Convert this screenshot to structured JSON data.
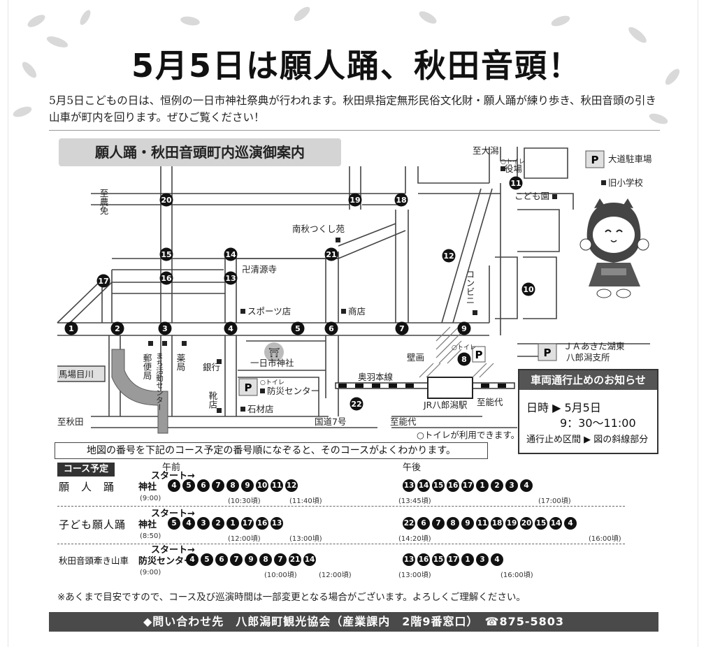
{
  "title": "5月5日は願人踊、秋田音頭！",
  "intro": "5月5日こどもの日は、恒例の一日市神社祭典が行われます。秋田県指定無形民俗文化財・願人踊が練り歩き、秋田音頭の引き山車が町内を回ります。ぜひご覧ください！",
  "map": {
    "heading": "願人踊・秋田音頭町内巡演御案内",
    "labels": {
      "to_ogata": "至大潟",
      "toilet_small": "○トイレ",
      "yakuba": "役場",
      "ogata_parking": "大道駐車場",
      "old_school": "旧小学校",
      "kodomoen": "こども園",
      "to_nou": "至農免",
      "minami_akita": "南秋つくし苑",
      "seigenji": "卍清源寺",
      "sports": "スポーツ店",
      "shoten": "商店",
      "konbini": "コンビニ",
      "yubin": "郵便局",
      "machi_center": "まち活動センター",
      "yakkyoku": "薬局",
      "ginko": "銀行",
      "kutsu": "靴店",
      "shrine": "一日市神社",
      "bousai": "防災センター",
      "sekizai": "石材店",
      "kabe": "壁画",
      "ja": "ＪＡあきた湖東\n八郎潟支所",
      "ou_line": "奥羽本線",
      "station": "JR八郎潟駅",
      "to_noshiro_r": "至能代",
      "to_noshiro": "至能代",
      "to_akita": "至秋田",
      "route7": "国道7号",
      "babame": "馬場目川",
      "toilet_note": "○トイレが利用できます。",
      "parking": "P"
    }
  },
  "notice": {
    "heading": "車両通行止めのお知らせ",
    "date": "日時 ▶ 5月5日",
    "time": "9：30〜11:00",
    "section": "通行止め区間 ▶ 図の斜線部分"
  },
  "hint": "地図の番号を下記のコース予定の番号順になぞると、そのコースがよくわかります。",
  "courses": {
    "tag": "コース予定",
    "am": "午前",
    "pm": "午後",
    "start": "スタート→",
    "rows": [
      {
        "name": "願　人　踊",
        "origin": "神社",
        "am": [
          "❹",
          "❺",
          "❻",
          "❼",
          "❽",
          "❾",
          "❿",
          "⓫",
          "⓬"
        ],
        "pm": [
          "⓭",
          "⓮",
          "⓯",
          "⓰",
          "⓱",
          "❶",
          "❷",
          "❸",
          "❹"
        ],
        "t1": "(9:00)",
        "t2": "(10:30頃)",
        "t3": "(11:40頃)",
        "t4": "(13:45頃)",
        "t5": "(17:00頃)"
      },
      {
        "name": "子ども願人踊",
        "origin": "神社",
        "am": [
          "❺",
          "❹",
          "❸",
          "❷",
          "❶",
          "⓱",
          "⓰",
          "⓭"
        ],
        "pm": [
          "㉒",
          "❻",
          "❼",
          "❽",
          "❾",
          "⓫",
          "⓲",
          "⓳",
          "⓴",
          "⓯",
          "⓮",
          "❹"
        ],
        "t1": "(8:50)",
        "t2": "(12:00頃)",
        "t3": "(13:00頃)",
        "t4": "(14:20頃)",
        "t5": "(16:00頃)"
      },
      {
        "name": "秋田音頭牽き山車",
        "origin": "防災センター",
        "am": [
          "❹",
          "❺",
          "❻",
          "❼",
          "❾",
          "❽",
          "❼",
          "㉑",
          "⓮"
        ],
        "pm": [
          "⓭",
          "⓰",
          "⓯",
          "⓱",
          "❶",
          "❸",
          "❹"
        ],
        "t1": "(9:00)",
        "t2": "(10:00頃)",
        "t3": "(12:00頃)",
        "t4": "(13:00頃)",
        "t5": "(16:00頃)"
      }
    ]
  },
  "footnote": "※あくまで目安ですので、コース及び巡演時間は一部変更となる場合がございます。よろしくご理解ください。",
  "contact": "◆問い合わせ先　八郎潟町観光協会（産業課内　2階9番窓口）　☎875-5803"
}
